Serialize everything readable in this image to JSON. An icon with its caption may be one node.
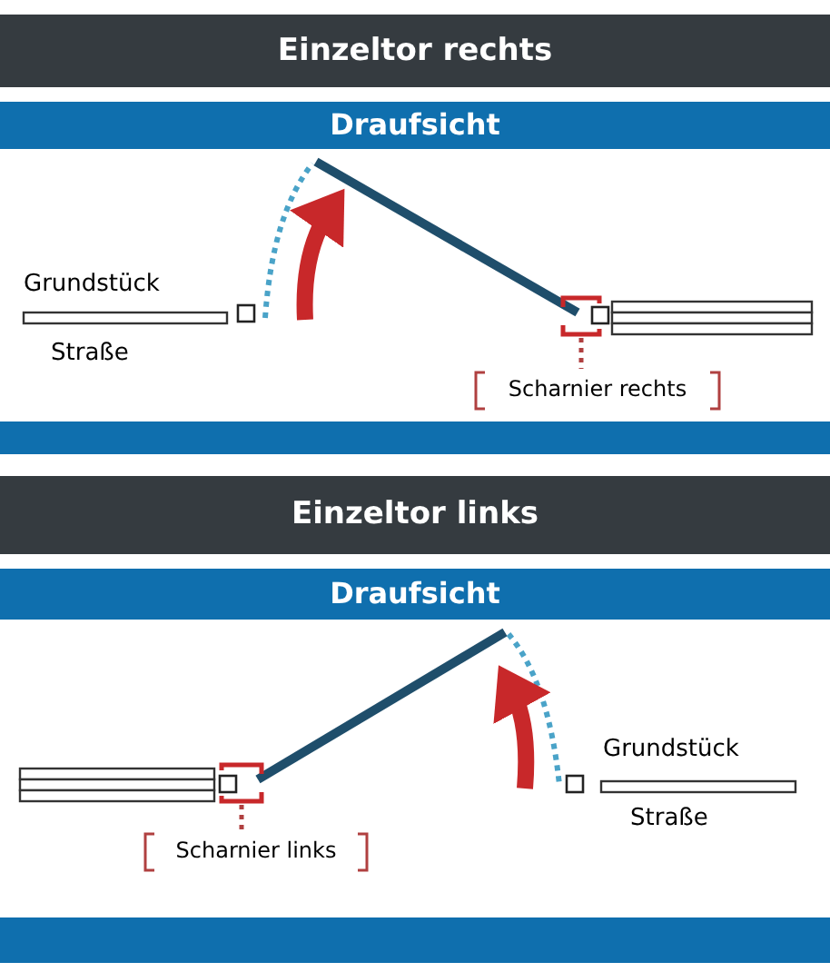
{
  "diagram": {
    "nodes": [
      {
        "text": [],
        "shape": "bracket"
      },
      {
        "text": [
          "Scharnier rechts"
        ]
      },
      {
        "text": [],
        "shape": "bracket"
      },
      {
        "text": [
          "Scharnier links"
        ]
      }
    ],
    "edges": [
      {
        "from": 1,
        "to": 0,
        "arrow": "none",
        "style": "dashed"
      },
      {
        "from": 3,
        "to": 2,
        "arrow": "none",
        "style": "dashed"
      }
    ],
    "labels": [
      "Einzeltor rechts",
      "Draufsicht",
      "Grundstück",
      "Straße",
      "Einzeltor links",
      "Draufsicht",
      "Grundstück",
      "Straße"
    ]
  }
}
